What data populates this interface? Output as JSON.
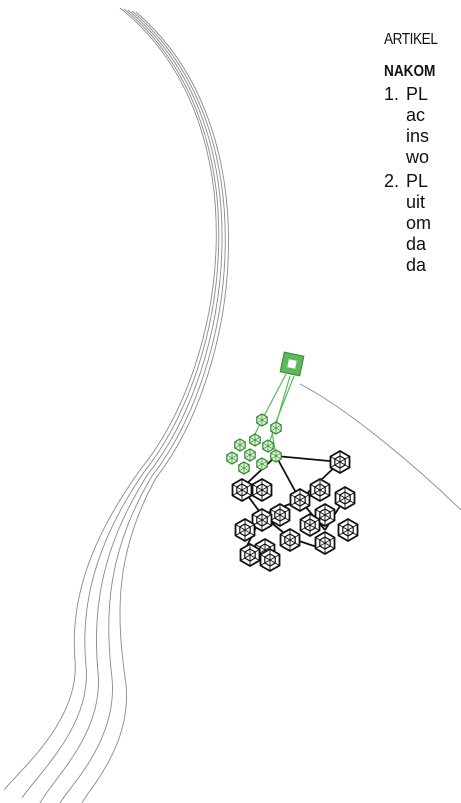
{
  "article": {
    "heading": "ARTIKEL",
    "subheading": "NAKOM",
    "items": [
      {
        "number": "1.",
        "lines": [
          "PL",
          "ac",
          "ins",
          "wo"
        ]
      },
      {
        "number": "2.",
        "lines": [
          "PL",
          "uit",
          "om",
          "da",
          "da"
        ]
      }
    ]
  },
  "colors": {
    "accent_green": "#5cb85c",
    "dark_green": "#2e8b2e",
    "ink": "#111111",
    "line_gray": "#8a8a8a"
  },
  "icons": [
    "decorative-wave-lines",
    "kite-icon",
    "hexagon-cluster-graphic"
  ]
}
